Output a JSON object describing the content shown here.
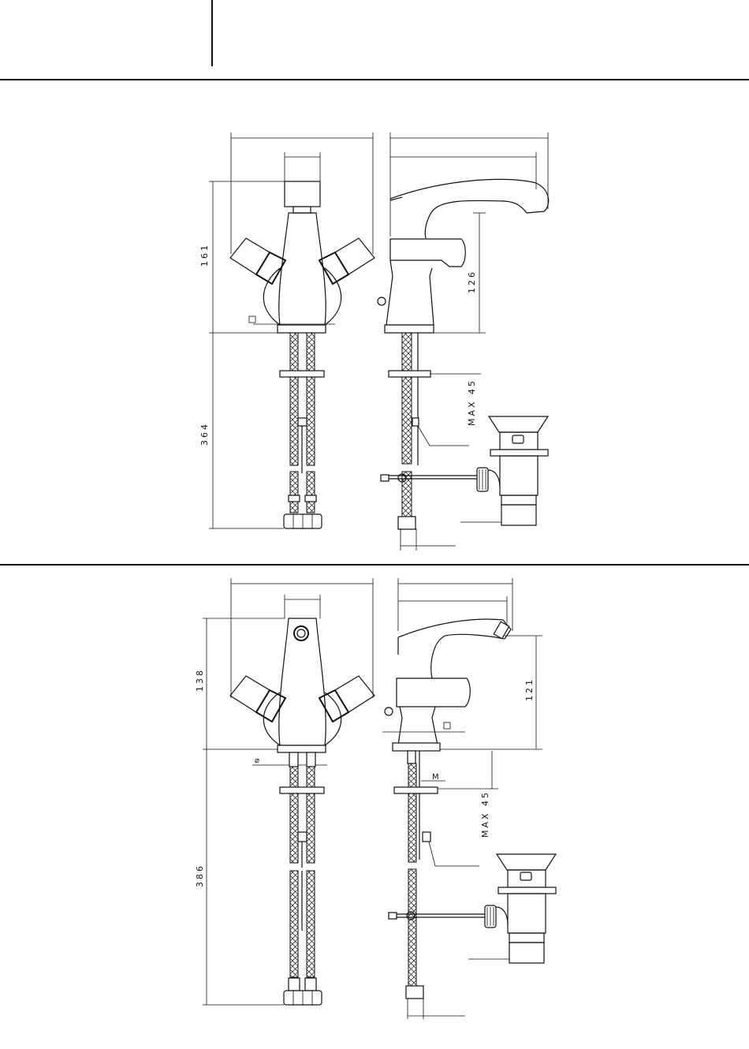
{
  "top_view": {
    "dim_height": "161",
    "dim_hose_length": "364",
    "dim_spout_height": "126",
    "dim_max": "MAX 45"
  },
  "bottom_view": {
    "dim_height": "138",
    "dim_hose_length": "386",
    "dim_spout_height": "121",
    "dim_max": "MAX 45",
    "thread_label": "M",
    "diameter_symbol": "⌀"
  }
}
